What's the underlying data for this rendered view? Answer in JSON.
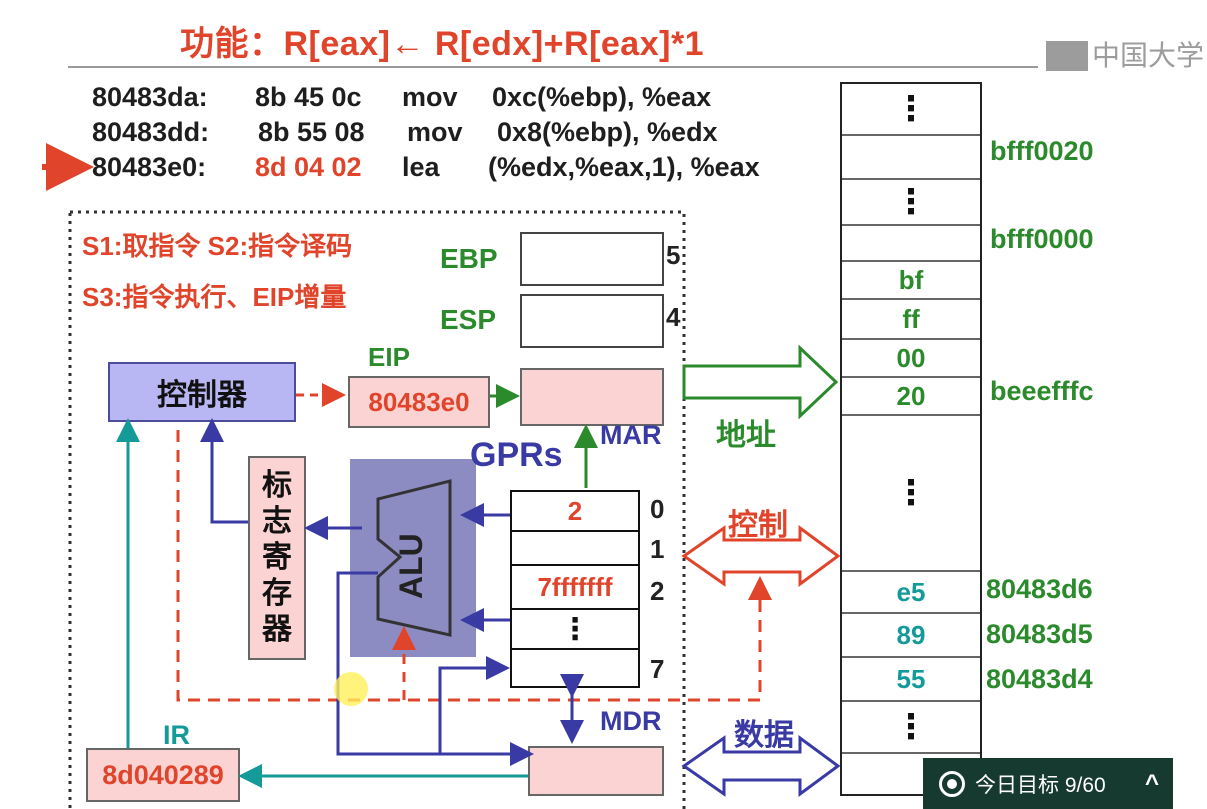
{
  "title": "功能：R[eax]← R[edx]+R[eax]*1",
  "logo_text": "中国大学",
  "code_lines": [
    {
      "addr": "80483da:",
      "bytes": "8b 45 0c",
      "op": "mov",
      "args": "0xc(%ebp), %eax"
    },
    {
      "addr": "80483dd:",
      "bytes": "8b 55 08",
      "op": "mov",
      "args": "0x8(%ebp), %edx"
    },
    {
      "addr": "80483e0:",
      "bytes": "8d 04 02",
      "op": "lea",
      "args": "(%edx,%eax,1), %eax"
    }
  ],
  "stages": {
    "line1": "S1:取指令   S2:指令译码",
    "line2": "S3:指令执行、EIP增量"
  },
  "registers": {
    "ebp_label": "EBP",
    "ebp_index": "5",
    "esp_label": "ESP",
    "esp_index": "4",
    "eip_label": "EIP",
    "eip_value": "80483e0"
  },
  "controller_label": "控制器",
  "flags_label": [
    "标",
    "志",
    "寄",
    "存",
    "器"
  ],
  "alu_label": "ALU",
  "gprs": {
    "label": "GPRs",
    "cells": [
      {
        "value": "2",
        "index": "0"
      },
      {
        "value": "",
        "index": "1"
      },
      {
        "value": "7fffffff",
        "index": "2"
      },
      {
        "value": "⋮",
        "index": ""
      },
      {
        "value": "",
        "index": "7"
      }
    ]
  },
  "mar_label": "MAR",
  "mdr_label": "MDR",
  "ir": {
    "label": "IR",
    "value": "8d040289"
  },
  "bus_labels": {
    "address": "地址",
    "control": "控制",
    "data": "数据"
  },
  "memory": {
    "cells": [
      {
        "value": "⋮"
      },
      {
        "value": ""
      },
      {
        "value": "⋮"
      },
      {
        "value": ""
      },
      {
        "value": "bf"
      },
      {
        "value": "ff"
      },
      {
        "value": "00"
      },
      {
        "value": "20"
      },
      {
        "value": "⋮"
      },
      {
        "value": "e5"
      },
      {
        "value": "89"
      },
      {
        "value": "55"
      },
      {
        "value": "⋮"
      },
      {
        "value": ""
      }
    ],
    "addresses": [
      "bfff0020",
      "bfff0000",
      "beeefffc",
      "80483d6",
      "80483d5",
      "80483d4"
    ]
  },
  "goal_widget": {
    "label": "今日目标 9/60",
    "chevron": "^"
  },
  "colors": {
    "red": "#e0442a",
    "green": "#2b8a2b",
    "blue": "#3a3aa4",
    "teal": "#159a9a",
    "pink": "#fbd3d3",
    "controller": "#b9b6f4"
  }
}
